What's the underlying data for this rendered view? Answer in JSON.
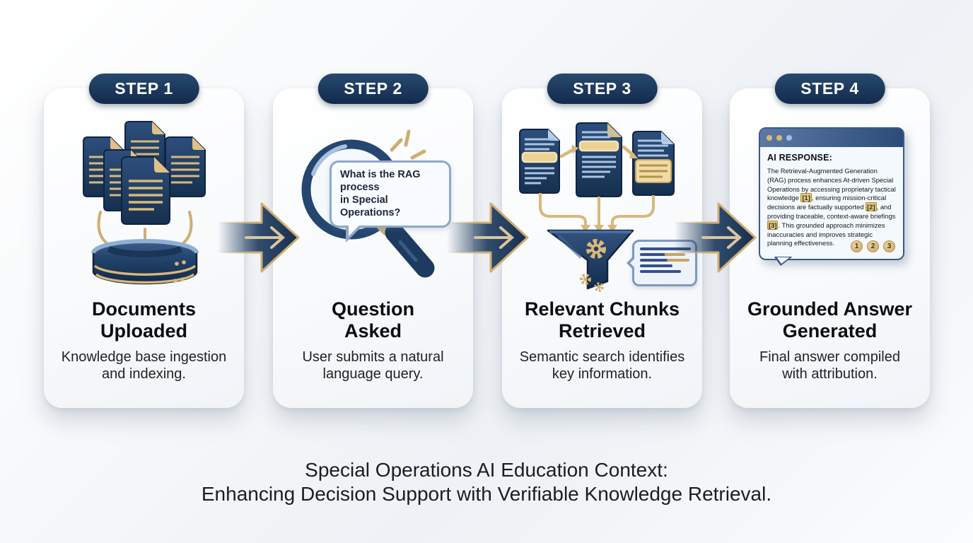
{
  "steps": [
    {
      "badge": "STEP 1",
      "title_line1": "Documents",
      "title_line2": "Uploaded",
      "description": "Knowledge base ingestion and indexing."
    },
    {
      "badge": "STEP 2",
      "title_line1": "Question",
      "title_line2": "Asked",
      "description": "User submits a natural language query.",
      "query_line1": "What is the RAG process",
      "query_line2": "in Special Operations?"
    },
    {
      "badge": "STEP 3",
      "title_line1": "Relevant Chunks",
      "title_line2": "Retrieved",
      "description": "Semantic search identifies key information."
    },
    {
      "badge": "STEP 4",
      "title_line1": "Grounded Answer",
      "title_line2": "Generated",
      "description": "Final answer compiled with attribution.",
      "window": {
        "heading": "AI RESPONSE:",
        "seg1": "The Retrieval-Augmented Generation (RAG) process enhances At-driven Special Operations by accessing proprietary tactical knowledge ",
        "cite1": "[1]",
        "seg2": ", ensuring mission-critical decisions are factually supported ",
        "cite2": "[2]",
        "seg3": ", and providing traceable, context-aware briefings ",
        "cite3": "[3]",
        "seg4": ". This grounded approach minimizes inaccuracies and improves strategic planning effectiveness.",
        "badge1": "1",
        "badge2": "2",
        "badge3": "3"
      }
    }
  ],
  "footer": {
    "line1": "Special Operations AI Education Context:",
    "line2": "Enhancing Decision Support with Verifiable Knowledge Retrieval."
  },
  "colors": {
    "navy": "#1d3a5f",
    "gold": "#d8b87a",
    "highlight_gold": "#ecc96f",
    "light_blue": "#9fc0e0",
    "card_bg": "#f8fafc"
  }
}
